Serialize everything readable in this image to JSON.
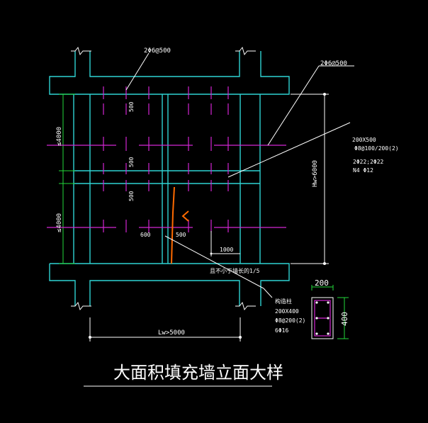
{
  "drawing": {
    "title": "大面积填充墙立面大样",
    "label_tie_top": "2Φ6@500",
    "label_tie_right": "2Φ6@500",
    "beam": {
      "line1": "200X500",
      "line2": "Φ8@100/200(2)",
      "line3": "2Φ22;2Φ22",
      "line4": "N4 Φ12"
    },
    "spacing_500": "500",
    "spacing_600": "600",
    "spacing_1000": "1000",
    "height_top": "≤4000",
    "height_bottom": "≤4000",
    "hw": "Hw>6000",
    "lw": "Lw>5000",
    "note_bottom": "且不小于墙长的1/5",
    "column": {
      "line1": "构造柱",
      "line2": "200X400",
      "line3": "Φ8@200(2)",
      "line4": "6Φ16"
    },
    "section_width": "200",
    "section_height": "400"
  }
}
